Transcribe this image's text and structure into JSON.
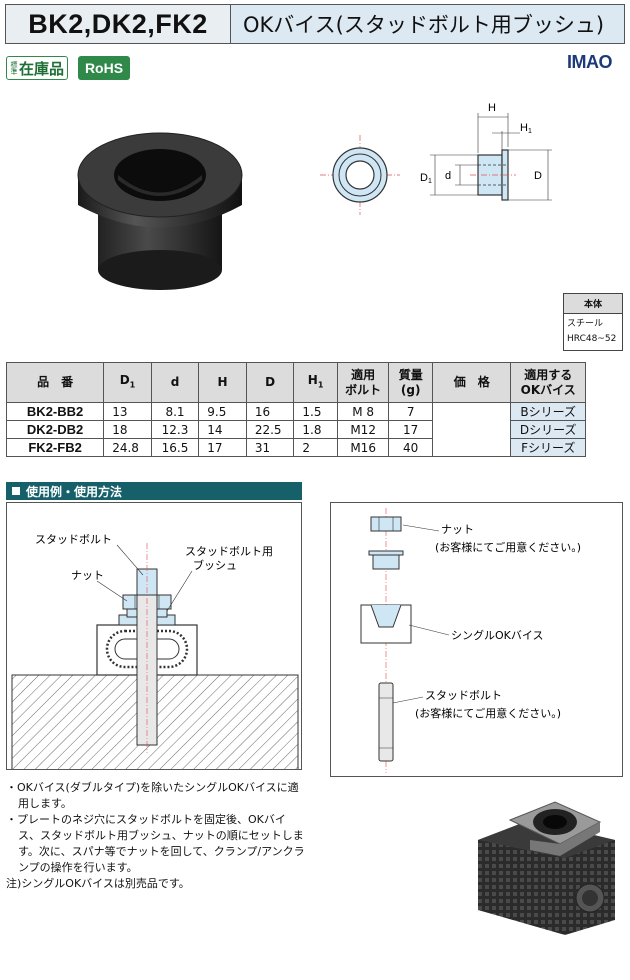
{
  "header": {
    "codes": "BK2,DK2,FK2",
    "title": "OKバイス(スタッドボルト用ブッシュ)"
  },
  "badges": {
    "stock_small": "標準",
    "stock_big": "在庫品",
    "rohs": "RoHS"
  },
  "brand": {
    "logo": "IMAO",
    "color": "#1c3a7a"
  },
  "drawing": {
    "H": "H",
    "H1": "H",
    "H1_sub": "1",
    "D1": "D",
    "D1_sub": "1",
    "d": "d",
    "D": "D"
  },
  "material": {
    "heading": "本体",
    "line1": "スチール",
    "line2": "HRC48~52"
  },
  "table": {
    "headers": {
      "part_no": "品　番",
      "d1": "D",
      "d1_sub": "1",
      "d": "d",
      "h": "H",
      "dd": "D",
      "h1": "H",
      "h1_sub": "1",
      "bolt": "適用\nボルト",
      "mass": "質量\n(g)",
      "price": "価　格",
      "vise": "適用する\nOKバイス"
    },
    "rows": [
      {
        "part_no": "BK2-BB2",
        "d1": "13",
        "d": "8.1",
        "h": "9.5",
        "dd": "16",
        "h1": "1.5",
        "bolt": "M 8",
        "mass": "7",
        "vise": "Bシリーズ"
      },
      {
        "part_no": "DK2-DB2",
        "d1": "18",
        "d": "12.3",
        "h": "14",
        "dd": "22.5",
        "h1": "1.8",
        "bolt": "M12",
        "mass": "17",
        "vise": "Dシリーズ"
      },
      {
        "part_no": "FK2-FB2",
        "d1": "24.8",
        "d": "16.5",
        "h": "17",
        "dd": "31",
        "h1": "2",
        "bolt": "M16",
        "mass": "40",
        "vise": "Fシリーズ"
      }
    ]
  },
  "section": {
    "title": "使用例・使用方法",
    "color": "#16606a"
  },
  "example_left": {
    "stud_bolt": "スタッドボルト",
    "bushing_l1": "スタッドボルト用",
    "bushing_l2": "ブッシュ",
    "nut": "ナット"
  },
  "example_right": {
    "nut": "ナット",
    "nut_note": "(お客様にてご用意ください。)",
    "vise": "シングルOKバイス",
    "stud_bolt": "スタッドボルト",
    "stud_note": "(お客様にてご用意ください。)"
  },
  "notes": {
    "n1": "・OKバイス(ダブルタイプ)を除いたシングルOKバイスに適用します。",
    "n2": "・プレートのネジ穴にスタッドボルトを固定後、OKバイス、スタッドボルト用ブッシュ、ナットの順にセットします。次に、スパナ等でナットを回して、クランプ/アンクランプの操作を行います。",
    "foot": "注)シングルOKバイスは別売品です。"
  },
  "colors": {
    "bushing_blue": "#cfe6f5",
    "header_bg": "#dce9f3",
    "rohs_green": "#2f8a4a"
  }
}
